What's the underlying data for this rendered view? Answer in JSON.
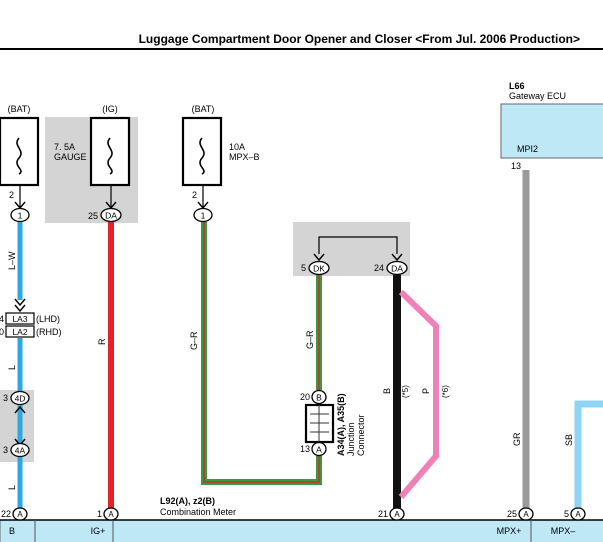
{
  "title": "Luggage Compartment Door Opener and Closer <From Jul. 2006 Production>",
  "fuses": [
    {
      "supply": "(BAT)",
      "rating": "",
      "name": ""
    },
    {
      "supply": "(IG)",
      "rating": "7. 5A",
      "name": "GAUGE"
    },
    {
      "supply": "(BAT)",
      "rating": "10A",
      "name": "MPX–B"
    }
  ],
  "ecu": {
    "code": "L66",
    "name": "Gateway ECU",
    "pin_label": "MPI2",
    "pin_number": "13"
  },
  "connectors": {
    "j1_pin": "2",
    "j1_conn": "1",
    "j2_pin": "25",
    "j2_conn": "DA",
    "j3_pin": "2",
    "j3_conn": "1",
    "la3": "LA3",
    "la3_note": "(LHD)",
    "la3_pin": "4",
    "la2": "LA2",
    "la2_note": "(RHD)",
    "la2_pin": "0",
    "d4_pin": "3",
    "d4_conn": "4D",
    "a4_pin": "3",
    "a4_conn": "4A",
    "dk_pin": "5",
    "dk_conn": "DK",
    "da2_pin": "24",
    "da2_conn": "DA",
    "b20_pin": "20",
    "b20_conn": "B",
    "a13_pin": "13",
    "a13_conn": "A",
    "jc_code": "A34(A), A35(B)",
    "jc_name1": "Junction",
    "jc_name2": "Connector"
  },
  "wires": {
    "lw": "L–W",
    "r": "R",
    "gr1": "G–R",
    "gr2": "G–R",
    "l1": "L",
    "l2": "L",
    "b": "B",
    "p": "P",
    "note5": "(*5)",
    "note6": "(*6)",
    "gr_gray": "GR",
    "sb": "SB"
  },
  "meter": {
    "code": "L92(A), z2(B)",
    "name": "Combination Meter",
    "pins": [
      {
        "num": "22",
        "conn": "A",
        "label": "B"
      },
      {
        "num": "1",
        "conn": "A",
        "label": "IG+"
      },
      {
        "num": "21",
        "conn": "A",
        "label": ""
      },
      {
        "num": "25",
        "conn": "A",
        "label": "MPX+"
      },
      {
        "num": "5",
        "conn": "A",
        "label": "MPX–"
      }
    ]
  },
  "colors": {
    "wire_blue": "#29a9e0",
    "wire_red": "#e8202a",
    "wire_green": "#2e9e3e",
    "wire_pink": "#f080b8",
    "wire_black": "#111111",
    "wire_gray": "#9a9a9a",
    "wire_skyblue": "#8ed4f5",
    "ecu_fill": "#bfe8f7",
    "shade": "#d4d4d4"
  }
}
